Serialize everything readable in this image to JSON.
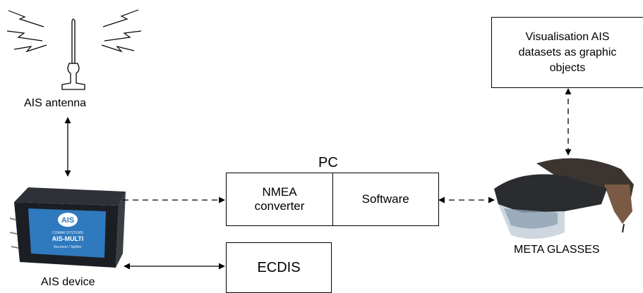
{
  "antenna": {
    "label": "AIS antenna"
  },
  "device": {
    "label": "AIS device",
    "brand": "AIS",
    "maker": "COMAR SYSTEMS",
    "model": "AIS-MULTI",
    "subtitle": "Receiver / Splitter"
  },
  "pc": {
    "title": "PC",
    "nmea": "NMEA converter",
    "software": "Software"
  },
  "ecdis": {
    "label": "ECDIS"
  },
  "visualisation": {
    "text": "Visualisation AIS datasets as graphic objects"
  },
  "glasses": {
    "label": "META GLASSES"
  },
  "connections": [
    {
      "from": "AIS antenna",
      "to": "AIS device",
      "style": "solid",
      "direction": "both"
    },
    {
      "from": "AIS device",
      "to": "NMEA converter",
      "style": "dashed",
      "direction": "forward"
    },
    {
      "from": "AIS device",
      "to": "ECDIS",
      "style": "solid",
      "direction": "both"
    },
    {
      "from": "Software",
      "to": "META GLASSES",
      "style": "dashed",
      "direction": "both"
    },
    {
      "from": "Visualisation AIS datasets as graphic objects",
      "to": "META GLASSES",
      "style": "dashed",
      "direction": "both"
    }
  ]
}
